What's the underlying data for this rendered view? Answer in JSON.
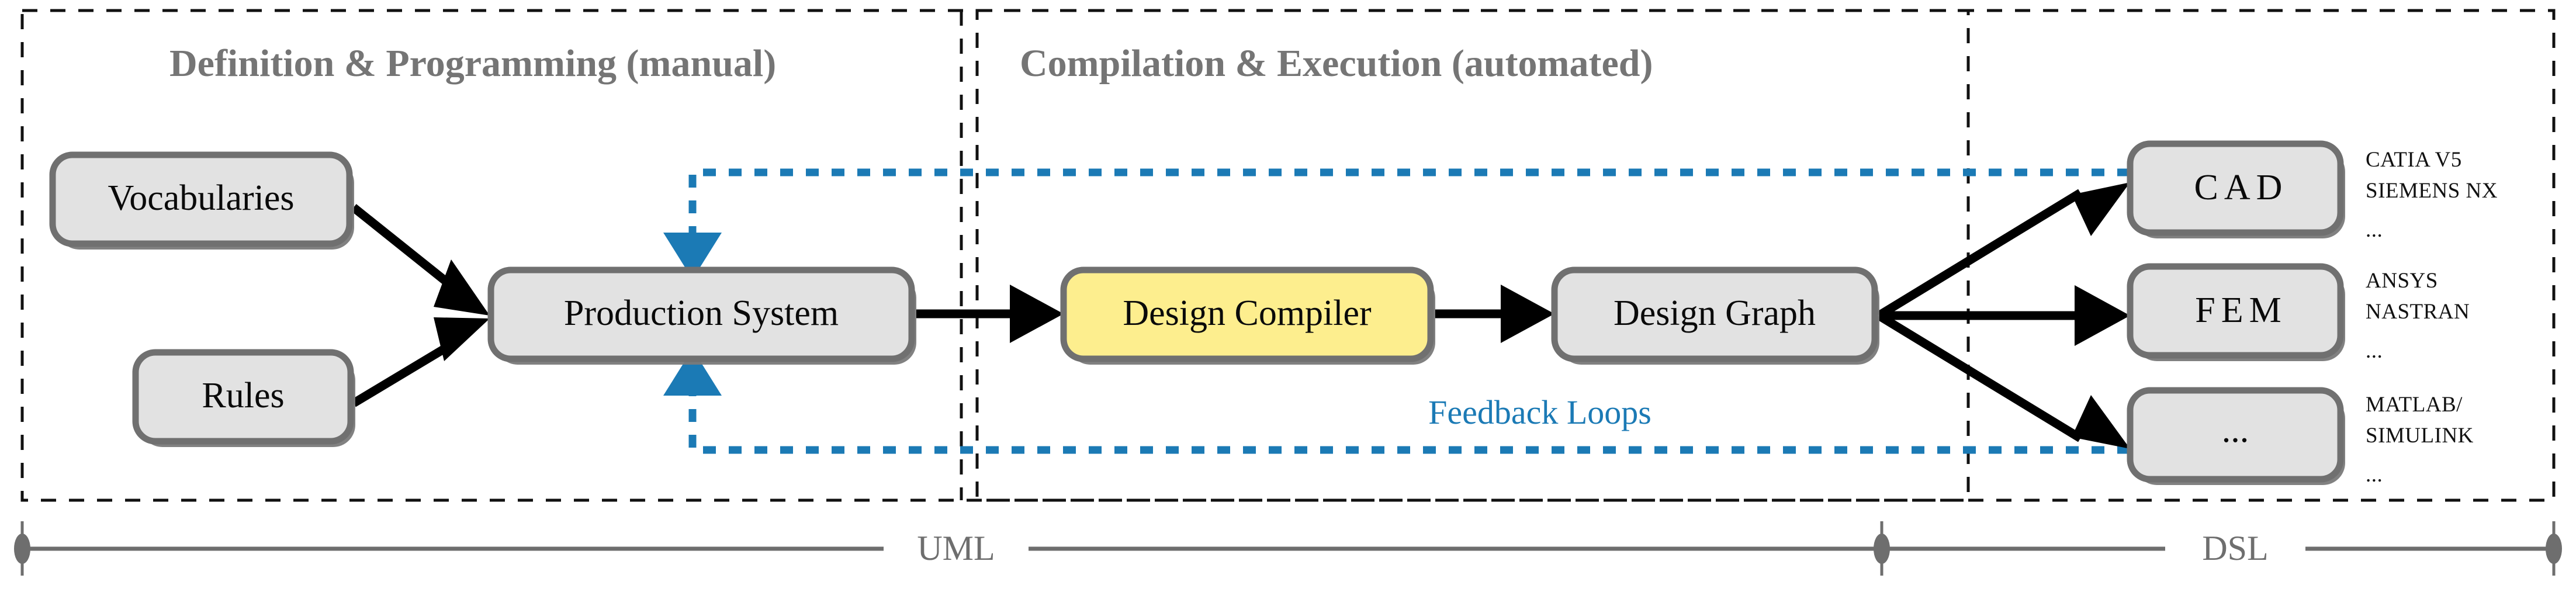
{
  "figure": {
    "type": "flow-diagram",
    "background": "#ffffff",
    "colors": {
      "box_fill": "#e2e2e2",
      "box_accent_fill": "#fdee8e",
      "box_stroke": "#707070",
      "panel_title": "#757575",
      "feedback_blue": "#1b7ab5",
      "scale_gray": "#6e6e6e",
      "arrow_black": "#000000"
    }
  },
  "panels": [
    {
      "id": "manual",
      "title": "Definition & Programming (manual)"
    },
    {
      "id": "automated",
      "title": "Compilation & Execution (automated)"
    }
  ],
  "nodes": {
    "vocabularies": {
      "label": "Vocabularies"
    },
    "rules": {
      "label": "Rules"
    },
    "production_system": {
      "label": "Production System"
    },
    "design_compiler": {
      "label": "Design Compiler",
      "highlight": true
    },
    "design_graph": {
      "label": "Design Graph"
    },
    "cad": {
      "label": "CAD"
    },
    "fem": {
      "label": "FEM"
    },
    "other": {
      "label": "..."
    }
  },
  "annotations": {
    "cad": [
      "CATIA V5",
      "SIEMENS NX",
      "..."
    ],
    "fem": [
      "ANSYS",
      "NASTRAN",
      "..."
    ],
    "other": [
      "MATLAB/",
      "SIMULINK",
      "..."
    ]
  },
  "feedback": {
    "label": "Feedback Loops"
  },
  "scale": {
    "segments": [
      {
        "label": "UML"
      },
      {
        "label": "DSL"
      }
    ]
  }
}
